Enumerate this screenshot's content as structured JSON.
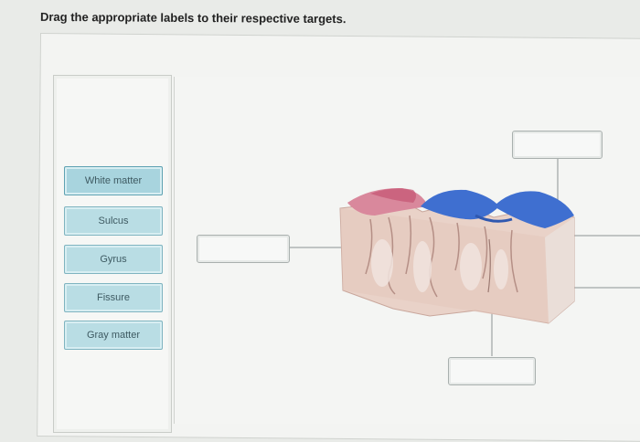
{
  "instruction": "Drag the appropriate labels to their respective targets.",
  "labels": [
    "White matter",
    "Sulcus",
    "Gyrus",
    "Fissure",
    "Gray matter"
  ],
  "colors": {
    "label_bg": "#b9dde4",
    "label_border": "#7fb4c0",
    "gray_matter_surface": "#3f6fd0",
    "highlight": "#d66a86"
  }
}
